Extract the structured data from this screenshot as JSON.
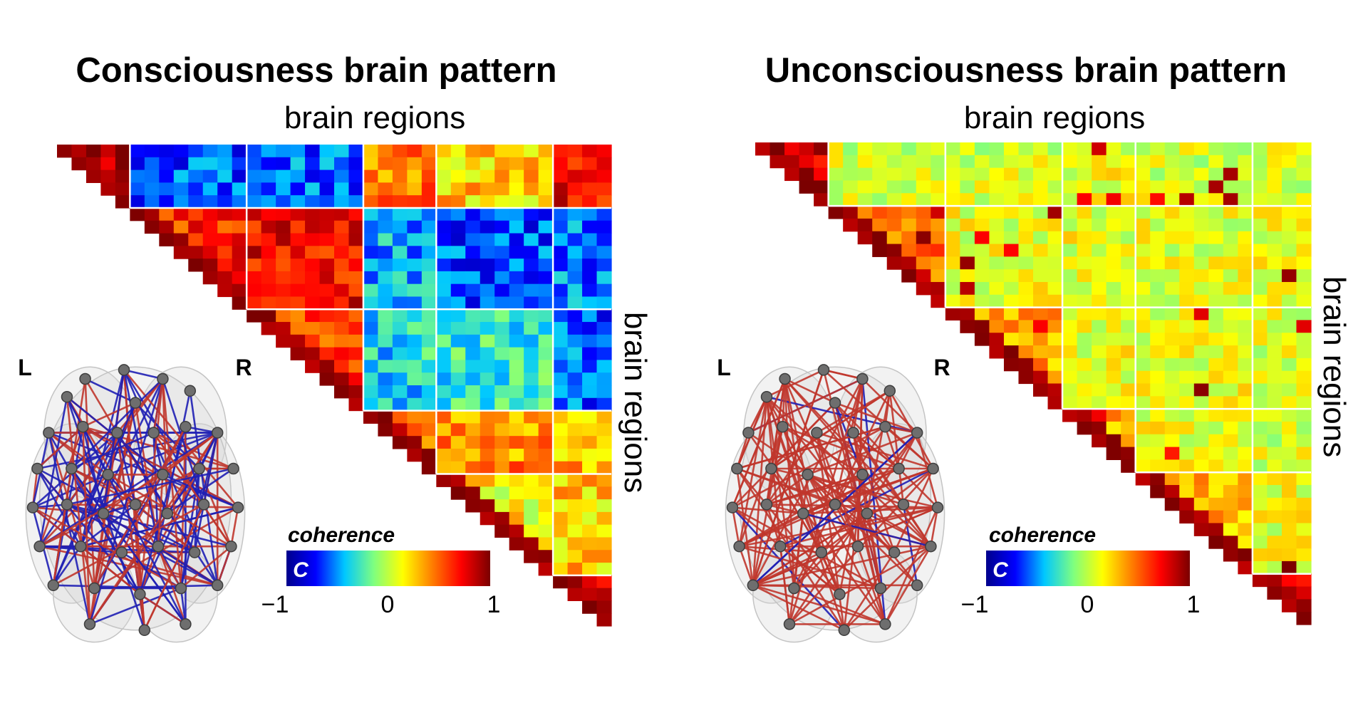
{
  "legend_colors": [
    "#00008c",
    "#0000ff",
    "#00c8ff",
    "#7fff7f",
    "#ffff00",
    "#ff7f00",
    "#ff0000",
    "#7a0000"
  ],
  "edge_colors": {
    "positive": "#c0362c",
    "negative": "#1f1fb4"
  },
  "chart_data": [
    {
      "type": "heatmap",
      "title": "Consciousness brain pattern",
      "xlabel": "brain regions",
      "ylabel": "brain regions",
      "layout": "upper-triangle",
      "n": 38,
      "module_bounds": [
        5,
        13,
        21,
        26,
        34
      ],
      "color_scale": {
        "label": "coherence",
        "symbol": "C",
        "min": -1,
        "max": 1,
        "ticks": [
          "−1",
          "0",
          "1"
        ]
      },
      "block_coherence": [
        [
          0.9,
          -0.62,
          -0.58,
          0.45,
          0.25,
          0.72
        ],
        [
          null,
          0.62,
          0.72,
          -0.45,
          -0.62,
          -0.55
        ],
        [
          null,
          null,
          0.55,
          -0.35,
          -0.3,
          -0.6
        ],
        [
          null,
          null,
          null,
          0.4,
          0.4,
          0.3
        ],
        [
          null,
          null,
          null,
          null,
          0.15,
          0.25
        ],
        [
          null,
          null,
          null,
          null,
          null,
          0.82
        ]
      ],
      "network_labels": {
        "left": "L",
        "right": "R"
      },
      "network_positive_fraction": 0.42
    },
    {
      "type": "heatmap",
      "title": "Unconsciousness brain pattern",
      "xlabel": "brain regions",
      "ylabel": "brain regions",
      "layout": "upper-triangle",
      "n": 38,
      "module_bounds": [
        5,
        13,
        21,
        26,
        34
      ],
      "color_scale": {
        "label": "coherence",
        "symbol": "C",
        "min": -1,
        "max": 1,
        "ticks": [
          "−1",
          "0",
          "1"
        ]
      },
      "block_coherence": [
        [
          0.8,
          0.05,
          0.05,
          0.1,
          0.05,
          0.05
        ],
        [
          null,
          0.45,
          0.1,
          0.1,
          0.08,
          0.1
        ],
        [
          null,
          null,
          0.35,
          0.1,
          0.1,
          0.08
        ],
        [
          null,
          null,
          null,
          0.3,
          0.1,
          0.05
        ],
        [
          null,
          null,
          null,
          null,
          0.3,
          0.1
        ],
        [
          null,
          null,
          null,
          null,
          null,
          0.75
        ]
      ],
      "network_labels": {
        "left": "L",
        "right": "R"
      },
      "network_positive_fraction": 0.93
    }
  ]
}
